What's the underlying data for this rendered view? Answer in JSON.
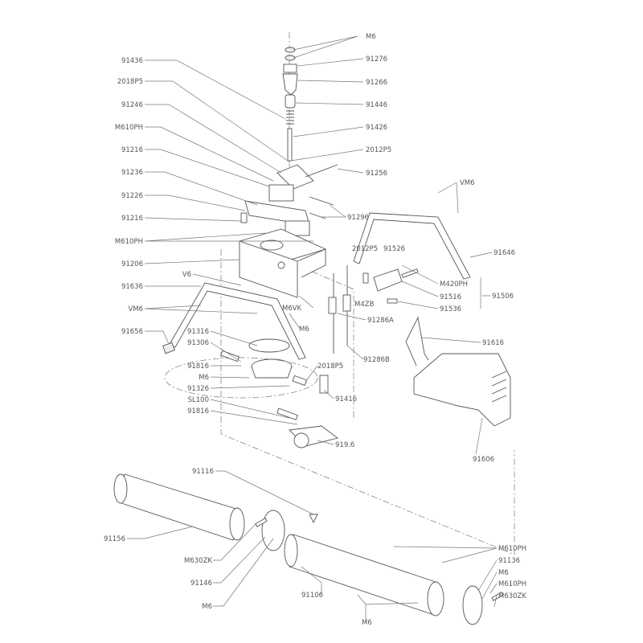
{
  "title": "Exploded parts diagram",
  "labels": {
    "m6_top": "M6",
    "p91276": "91276",
    "p91266": "91266",
    "p91446": "91446",
    "p91426": "91426",
    "p2012p5_a": "2012P5",
    "p91256": "91256",
    "p91296": "91296",
    "p91436": "91436",
    "p2018p5_a": "2018P5",
    "p91246": "91246",
    "m610ph_a": "M610PH",
    "p91216_a": "91216",
    "p91236": "91236",
    "p91226": "91226",
    "p91216_b": "91216",
    "m610ph_b": "M610PH",
    "p91206": "91206",
    "v6": "V6",
    "p91636": "91636",
    "vm6_a": "VM6",
    "p91656": "91656",
    "p91316": "91316",
    "p91306": "91306",
    "p91816_a": "91816",
    "m6_a": "M6",
    "p91326": "91326",
    "sl100": "SL100",
    "p91816_b": "91816",
    "vm6_b": "VM6",
    "p91646": "91646",
    "p2012p5_b": "2012P5",
    "p91526": "91526",
    "m420ph": "M420PH",
    "p91516": "91516",
    "p91536": "91536",
    "p91506": "91506",
    "m6vk": "M6VK",
    "m4zb": "M4ZB",
    "m6_b": "M6",
    "p91286a": "91286A",
    "p91616": "91616",
    "p91286b": "91286B",
    "p2018p5_b": "2018P5",
    "p91416": "91416",
    "p919_6": "919.6",
    "p91606": "91606",
    "p91116": "91116",
    "p91156": "91156",
    "m630zk_a": "M630ZK",
    "p91146": "91146",
    "m6_c": "M6",
    "p91106": "91106",
    "m6_d": "M6",
    "m610ph_c": "M610PH",
    "p91136": "91136",
    "m6_e": "M6",
    "m610ph_d": "M610PH",
    "m630zk_b": "M630ZK"
  }
}
